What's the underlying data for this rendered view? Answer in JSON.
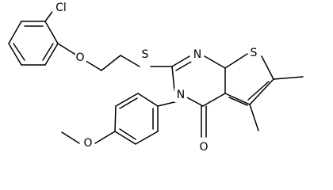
{
  "molecule": {
    "atoms": {
      "cl": "Cl",
      "o_ether": "O",
      "s_thioether": "S",
      "n_top": "N",
      "s_ring": "S",
      "n_ring": "N",
      "o_carbonyl": "O",
      "o_methoxy": "O"
    },
    "colors": {
      "bond": "#000000",
      "background": "#ffffff"
    }
  }
}
